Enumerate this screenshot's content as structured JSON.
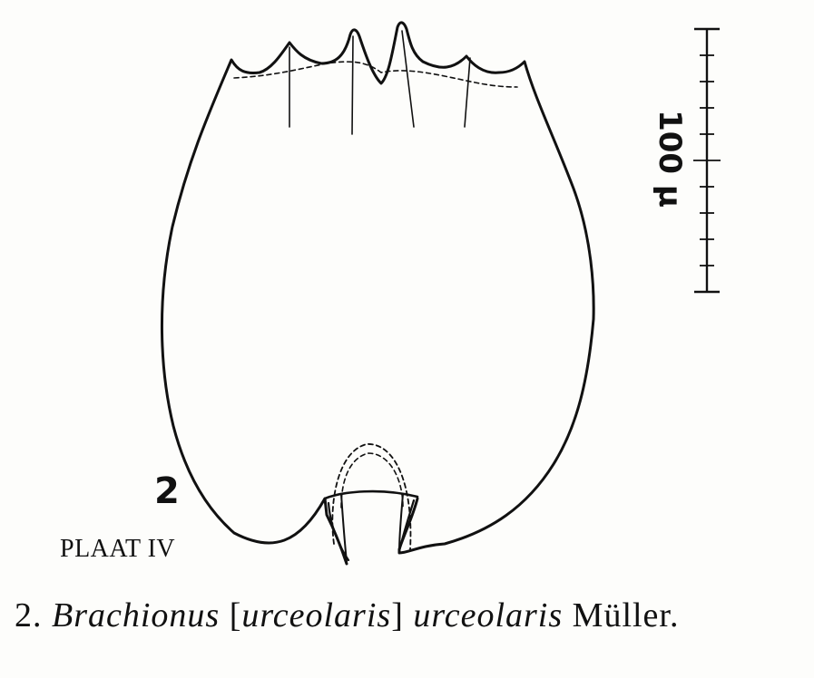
{
  "figure": {
    "number": "2",
    "plate": "PLAAT IV"
  },
  "scale_bar": {
    "label": "100 µ"
  },
  "caption": {
    "number": "2.",
    "genus": "Brachionus",
    "bracket_open": "[",
    "species_group": "urceolaris",
    "bracket_close": "]",
    "species": "urceolaris",
    "author": "Müller."
  },
  "colors": {
    "ink": "#111111",
    "paper": "#fdfdfb"
  }
}
